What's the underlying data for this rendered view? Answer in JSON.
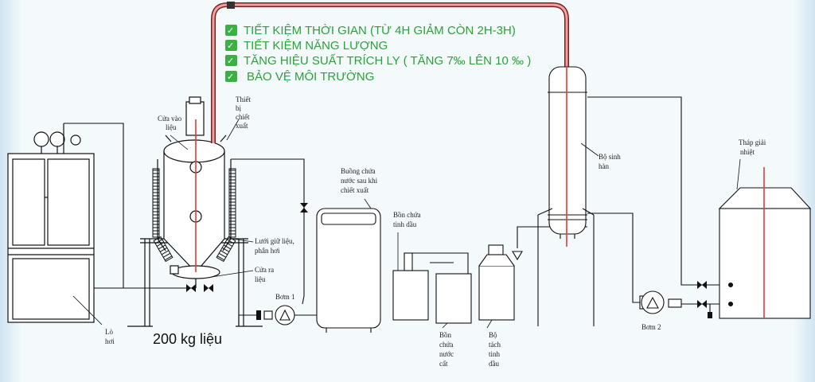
{
  "benefits": [
    "TIẾT KIỆM THỜI GIAN (TỪ 4H GIẢM CÒN 2H-3H)",
    "TIẾT KIỆM NĂNG LƯỢNG",
    "TĂNG HIỆU SUẤT TRÍCH LY ( TĂNG 7‰ LÊN 10 ‰ )",
    "BẢO VỆ MÔI TRƯỜNG"
  ],
  "capacity": "200 kg liệu",
  "labels": {
    "feed_inlet": [
      "Cửa vào",
      "liệu"
    ],
    "extractor": [
      "Thiết",
      "bị",
      "chiết",
      "xuất"
    ],
    "water_chamber": [
      "Buồng chứa",
      "nước sau khi",
      "chiết xuất"
    ],
    "oil_tank": [
      "Bồn chứa",
      "tinh dầu"
    ],
    "condenser": [
      "Bộ sinh",
      "hàn"
    ],
    "cooling_tower": [
      "Tháp giải",
      "nhiệt"
    ],
    "grate": [
      "Lưới giữ liệu,",
      "phân hơi"
    ],
    "discharge": [
      "Cửa ra",
      "liệu"
    ],
    "pump1": "Bơm 1",
    "pump2": "Bơm 2",
    "boiler": [
      "Lò",
      "hơi"
    ],
    "distilled_water_tank": [
      "Bồn",
      "chứa",
      "nước",
      "cất"
    ],
    "separator": [
      "Bộ",
      "tách",
      "tinh",
      "dầu"
    ]
  },
  "colors": {
    "benefit_text": "#2aa336",
    "check_badge": "#3cb043",
    "steam_line": "#e53935",
    "line": "#111111"
  }
}
